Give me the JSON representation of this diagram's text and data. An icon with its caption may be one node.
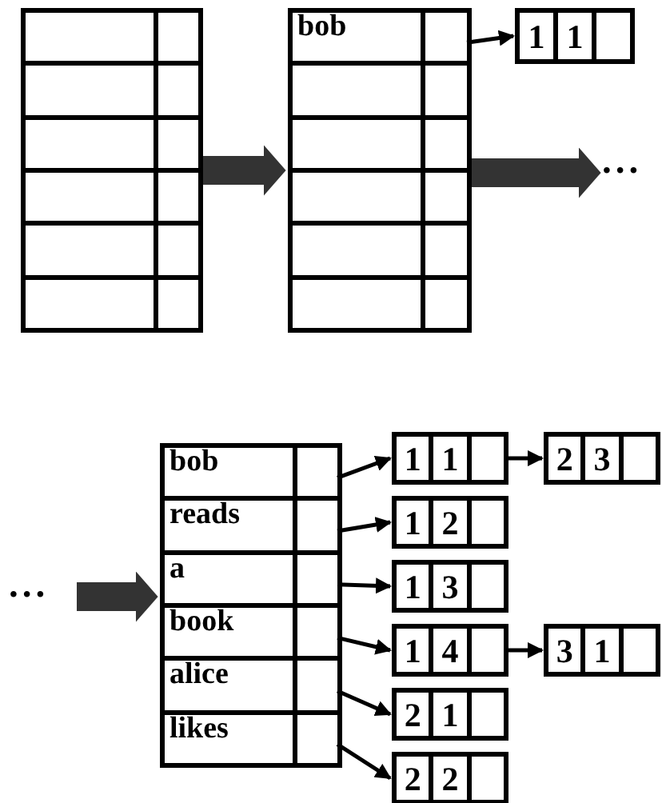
{
  "diagram": {
    "nodes": [
      {
        "text": [],
        "shape": "box"
      },
      {
        "text": [],
        "shape": "box",
        "in": 0
      },
      {
        "text": [],
        "shape": "box",
        "in": 0
      },
      {
        "text": [],
        "shape": "box",
        "in": 0
      },
      {
        "text": [],
        "shape": "box",
        "in": 0
      },
      {
        "text": [],
        "shape": "box",
        "in": 0
      },
      {
        "text": [],
        "shape": "box",
        "in": 0
      },
      {
        "text": [],
        "shape": "box"
      },
      {
        "text": [
          "bob"
        ],
        "in": 7
      },
      {
        "text": [],
        "shape": "box",
        "in": 7
      },
      {
        "text": [],
        "shape": "box",
        "in": 7
      },
      {
        "text": [],
        "shape": "box",
        "in": 7
      },
      {
        "text": [],
        "shape": "box",
        "in": 7
      },
      {
        "text": [],
        "shape": "box",
        "in": 7
      },
      {
        "text": [
          "1",
          "1"
        ]
      },
      {
        "text": [
          "• • •"
        ]
      },
      {
        "text": [
          "• • •"
        ]
      },
      {
        "text": [],
        "shape": "box"
      },
      {
        "text": [
          "bob"
        ],
        "in": 17
      },
      {
        "text": [
          "reads"
        ],
        "in": 17
      },
      {
        "text": [
          "a"
        ],
        "in": 17
      },
      {
        "text": [
          "book"
        ],
        "in": 17
      },
      {
        "text": [
          "alice"
        ],
        "in": 17
      },
      {
        "text": [
          "likes"
        ],
        "in": 17
      },
      {
        "text": [
          "1",
          "1"
        ]
      },
      {
        "text": [
          "2",
          "3"
        ]
      },
      {
        "text": [
          "1",
          "2"
        ]
      },
      {
        "text": [
          "1",
          "3"
        ]
      },
      {
        "text": [
          "1",
          "4"
        ]
      },
      {
        "text": [
          "3",
          "1"
        ]
      },
      {
        "text": [
          "2",
          "1"
        ]
      },
      {
        "text": [
          "2",
          "2"
        ]
      }
    ],
    "edges": [
      {
        "from": 0,
        "to": 7,
        "arrow": "to",
        "style": "thick"
      },
      {
        "from": 8,
        "to": 14,
        "arrow": "to"
      },
      {
        "from": 7,
        "to": 15,
        "arrow": "to",
        "style": "thick"
      },
      {
        "from": 16,
        "to": 17,
        "arrow": "to",
        "style": "thick"
      },
      {
        "from": 18,
        "to": 24,
        "arrow": "to"
      },
      {
        "from": 24,
        "to": 25,
        "arrow": "to"
      },
      {
        "from": 19,
        "to": 26,
        "arrow": "to"
      },
      {
        "from": 20,
        "to": 27,
        "arrow": "to"
      },
      {
        "from": 21,
        "to": 28,
        "arrow": "to"
      },
      {
        "from": 28,
        "to": 29,
        "arrow": "to"
      },
      {
        "from": 22,
        "to": 30,
        "arrow": "to"
      },
      {
        "from": 23,
        "to": 31,
        "arrow": "to"
      }
    ]
  }
}
